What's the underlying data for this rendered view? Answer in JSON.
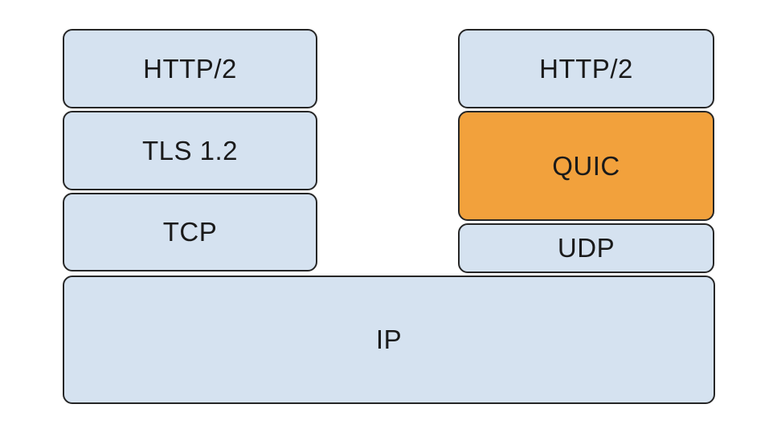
{
  "diagram": {
    "description": "Protocol stack comparison: HTTP/2 over TLS/TCP versus HTTP/2 over QUIC/UDP, both over IP",
    "colors": {
      "box_fill": "#d5e2f0",
      "highlight_fill": "#f2a13c",
      "border": "#262626",
      "text": "#1a1a1a",
      "background": "#ffffff"
    },
    "left_stack": [
      {
        "label": "HTTP/2",
        "highlighted": false
      },
      {
        "label": "TLS 1.2",
        "highlighted": false
      },
      {
        "label": "TCP",
        "highlighted": false
      }
    ],
    "right_stack": [
      {
        "label": "HTTP/2",
        "highlighted": false
      },
      {
        "label": "QUIC",
        "highlighted": true
      },
      {
        "label": "UDP",
        "highlighted": false
      }
    ],
    "base": {
      "label": "IP",
      "highlighted": false
    }
  }
}
